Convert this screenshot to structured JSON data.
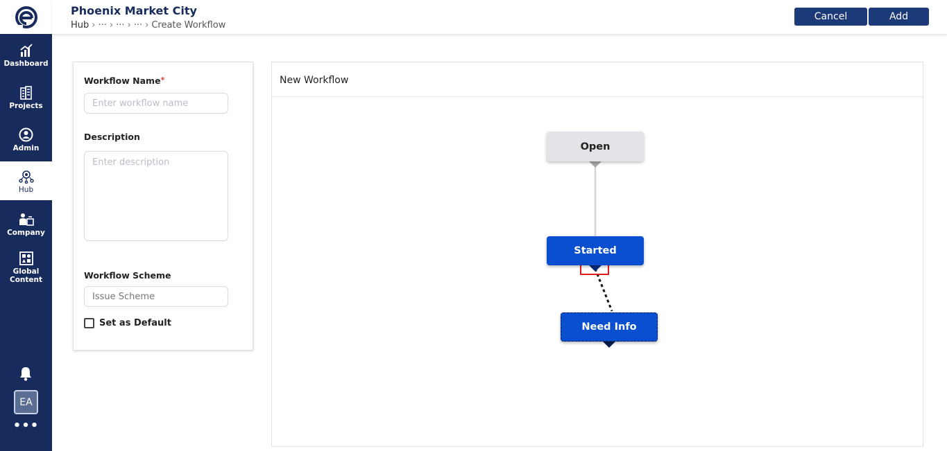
{
  "app": {
    "title": "Phoenix Market City",
    "breadcrumb": [
      "Hub",
      "···",
      "···",
      "···",
      "Create Workflow"
    ],
    "brand_color": "#172b5c",
    "accent_color": "#0b4fd1"
  },
  "header": {
    "cancel_label": "Cancel",
    "add_label": "Add"
  },
  "sidebar": {
    "items": [
      {
        "label": "Dashboard",
        "icon": "chart-icon"
      },
      {
        "label": "Projects",
        "icon": "building-icon"
      },
      {
        "label": "Admin",
        "icon": "user-circle-icon"
      },
      {
        "label": "Hub",
        "icon": "hub-icon",
        "active": true
      },
      {
        "label": "Company",
        "icon": "company-icon"
      },
      {
        "label": "Global Content",
        "icon": "grid-icon"
      }
    ],
    "avatar_initials": "EA",
    "more_label": "•••"
  },
  "form": {
    "name_label": "Workflow Name",
    "name_required": "*",
    "name_placeholder": "Enter workflow name",
    "description_label": "Description",
    "description_placeholder": "Enter description",
    "scheme_label": "Workflow Scheme",
    "scheme_value": "Issue Scheme",
    "default_label": "Set as Default"
  },
  "workflow": {
    "title": "New Workflow",
    "nodes": [
      {
        "label": "Open"
      },
      {
        "label": "Started"
      },
      {
        "label": "Need Info"
      }
    ]
  }
}
